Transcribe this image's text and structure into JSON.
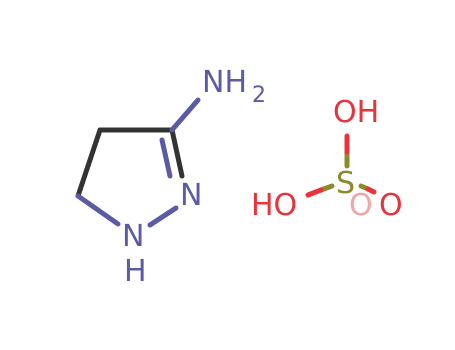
{
  "molecule": {
    "amine_group": {
      "symbol": "NH",
      "subscript": "2"
    },
    "ring_nitrogen_double": {
      "symbol": "N"
    },
    "ring_nitrogen_h": {
      "symbol": "N",
      "hydrogen": "H"
    }
  },
  "sulfuric_acid": {
    "sulfur": "S",
    "hydroxyl_top": "OH",
    "hydroxyl_left": "HO",
    "oxygen_right": "O"
  },
  "colors": {
    "bond": "#333333",
    "nitrogen": "#5b5aa4",
    "oxygen": "#e8333a",
    "sulfur": "#8c8a2a",
    "oxygen_faded": "#f2a5a8"
  }
}
